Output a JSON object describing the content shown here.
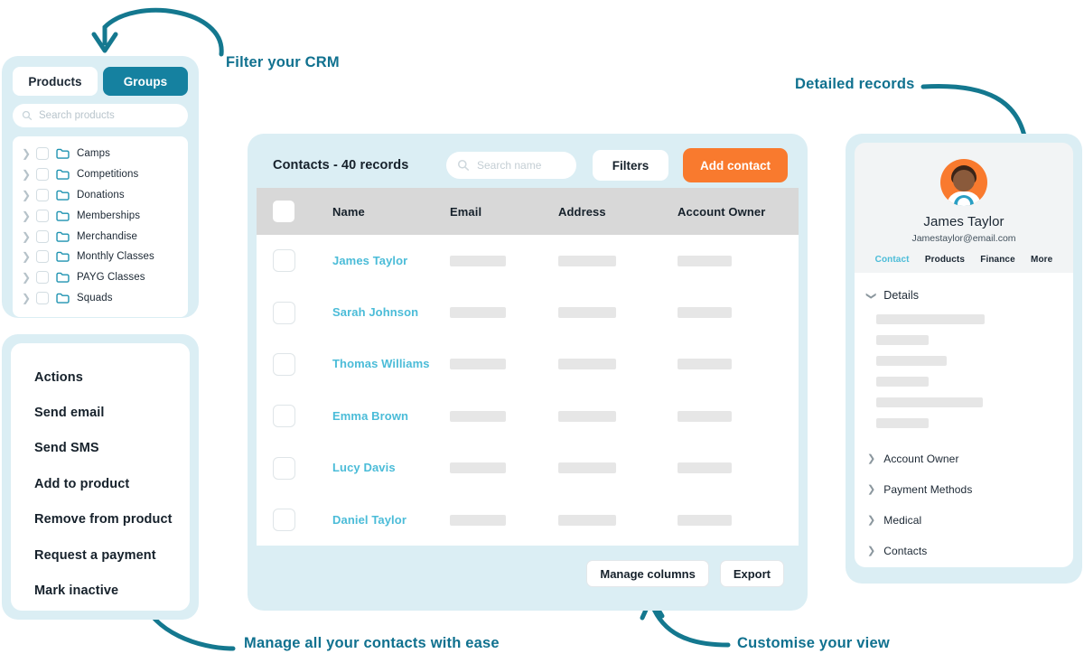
{
  "annotations": [
    {
      "id": "filter",
      "text": "Filter your CRM"
    },
    {
      "id": "detailed",
      "text": "Detailed records"
    },
    {
      "id": "manage",
      "text": "Manage all your contacts with ease"
    },
    {
      "id": "custom",
      "text": "Customise your view"
    }
  ],
  "colors": {
    "accent_teal": "#1581a0",
    "link_cyan": "#4bbcd8",
    "cta_orange": "#f97a2e",
    "panel_blue": "#dbeef4",
    "annotation": "#10718f"
  },
  "products_panel": {
    "tabs": [
      {
        "label": "Products",
        "active": false
      },
      {
        "label": "Groups",
        "active": true
      }
    ],
    "search": {
      "placeholder": "Search products",
      "value": "",
      "icon": "search-icon"
    },
    "tree_items": [
      {
        "label": "Camps"
      },
      {
        "label": "Competitions"
      },
      {
        "label": "Donations"
      },
      {
        "label": "Memberships"
      },
      {
        "label": "Merchandise"
      },
      {
        "label": "Monthly Classes"
      },
      {
        "label": "PAYG Classes"
      },
      {
        "label": "Squads"
      }
    ]
  },
  "actions_panel": {
    "items": [
      {
        "label": "Actions"
      },
      {
        "label": "Send email"
      },
      {
        "label": "Send SMS"
      },
      {
        "label": "Add to product"
      },
      {
        "label": "Remove from product"
      },
      {
        "label": "Request a payment"
      },
      {
        "label": "Mark inactive"
      }
    ]
  },
  "contacts_panel": {
    "title": "Contacts - 40 records",
    "record_count": 40,
    "search": {
      "placeholder": "Search name",
      "value": "",
      "icon": "search-icon"
    },
    "filters_label": "Filters",
    "add_contact_label": "Add contact",
    "columns": [
      "Name",
      "Email",
      "Address",
      "Account Owner"
    ],
    "rows": [
      {
        "name": "James Taylor"
      },
      {
        "name": "Sarah Johnson"
      },
      {
        "name": "Thomas Williams"
      },
      {
        "name": "Emma Brown"
      },
      {
        "name": "Lucy Davis"
      },
      {
        "name": "Daniel Taylor"
      }
    ],
    "footer": {
      "manage_columns_label": "Manage columns",
      "export_label": "Export"
    }
  },
  "detail_panel": {
    "name": "James Taylor",
    "email": "Jamestaylor@email.com",
    "avatar": "avatar-photo",
    "tabs": [
      {
        "label": "Contact",
        "selected": true
      },
      {
        "label": "Products",
        "selected": false
      },
      {
        "label": "Finance",
        "selected": false
      },
      {
        "label": "More",
        "selected": false
      }
    ],
    "sections": [
      {
        "label": "Details",
        "expanded": true
      },
      {
        "label": "Account Owner",
        "expanded": false
      },
      {
        "label": "Payment Methods",
        "expanded": false
      },
      {
        "label": "Medical",
        "expanded": false
      },
      {
        "label": "Contacts",
        "expanded": false
      }
    ]
  }
}
